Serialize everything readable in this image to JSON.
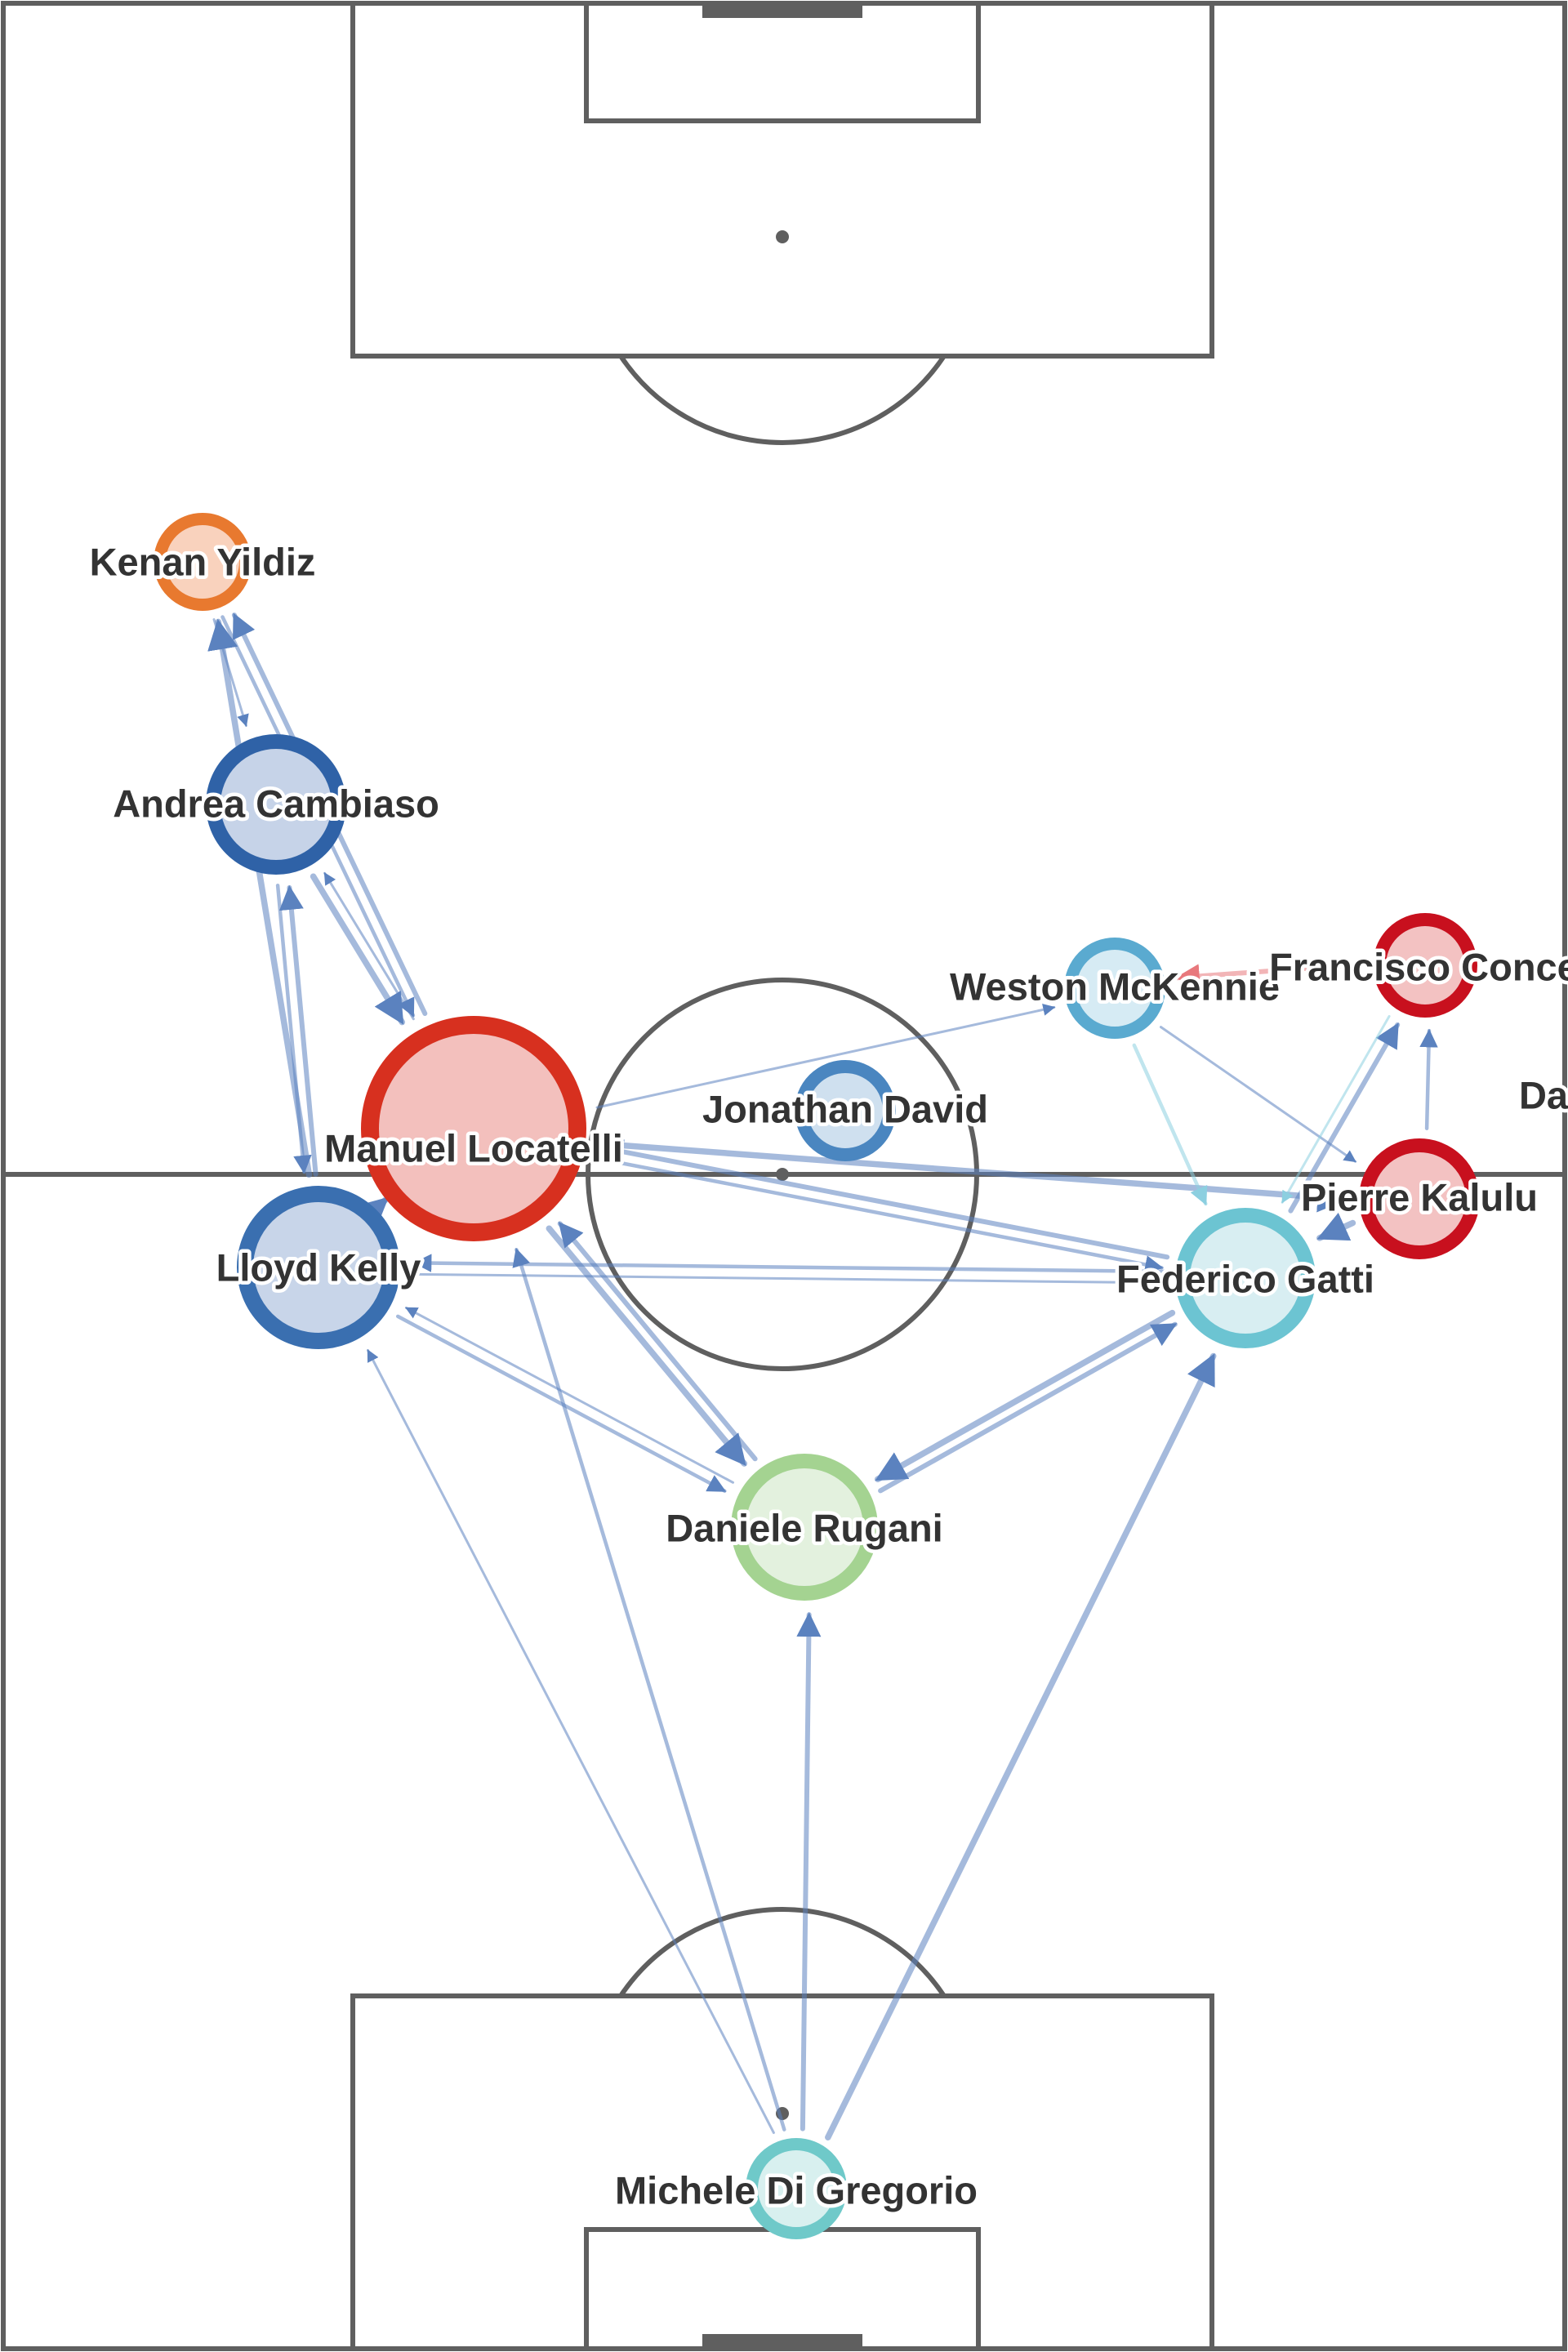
{
  "pitch": {
    "line_color": "#5f5f5f",
    "background": "#ffffff"
  },
  "players": [
    {
      "id": "yildiz",
      "name": "Kenan Yildiz",
      "ring_color": "#e8792f",
      "fill_color": "#f9d2bd"
    },
    {
      "id": "cambiaso",
      "name": "Andrea Cambiaso",
      "ring_color": "#2f62a7",
      "fill_color": "#c6d3e8"
    },
    {
      "id": "locatelli",
      "name": "Manuel Locatelli",
      "ring_color": "#d7301f",
      "fill_color": "#f3c0bd"
    },
    {
      "id": "kelly",
      "name": "Lloyd Kelly",
      "ring_color": "#3a6fb0",
      "fill_color": "#c8d5e9"
    },
    {
      "id": "david",
      "name": "Jonathan David",
      "ring_color": "#4a86c0",
      "fill_color": "#cfe0ef"
    },
    {
      "id": "mckennie",
      "name": "Weston McKennie",
      "ring_color": "#5aaad0",
      "fill_color": "#d6ebf4"
    },
    {
      "id": "conceicao",
      "name": "Francisco Concei",
      "ring_color": "#c8101e",
      "fill_color": "#f3c2c2"
    },
    {
      "id": "kalulu",
      "name": "Pierre Kalulu",
      "ring_color": "#c8101e",
      "fill_color": "#f3c2c2"
    },
    {
      "id": "gatti",
      "name": "Federico Gatti",
      "ring_color": "#6cc4d2",
      "fill_color": "#d8eef2"
    },
    {
      "id": "rugani",
      "name": "Daniele Rugani",
      "ring_color": "#a4d391",
      "fill_color": "#e3f1de"
    },
    {
      "id": "digregorio",
      "name": "Michele Di Gregorio",
      "ring_color": "#6fc9c9",
      "fill_color": "#d8f0ef"
    },
    {
      "id": "da",
      "name": "Da",
      "ring_color": "#ffffff",
      "fill_color": "#ffffff"
    }
  ],
  "passes": [
    {
      "from": "yildiz",
      "to": "cambiaso",
      "color": "#5b82bf"
    },
    {
      "from": "yildiz",
      "to": "locatelli",
      "color": "#5b82bf"
    },
    {
      "from": "locatelli",
      "to": "yildiz",
      "color": "#5b82bf"
    },
    {
      "from": "cambiaso",
      "to": "locatelli",
      "color": "#5b82bf"
    },
    {
      "from": "locatelli",
      "to": "cambiaso",
      "color": "#5b82bf"
    },
    {
      "from": "cambiaso",
      "to": "kelly",
      "color": "#5b82bf"
    },
    {
      "from": "kelly",
      "to": "cambiaso",
      "color": "#5b82bf"
    },
    {
      "from": "kelly",
      "to": "yildiz",
      "color": "#5b82bf"
    },
    {
      "from": "locatelli",
      "to": "mckennie",
      "color": "#5b82bf"
    },
    {
      "from": "locatelli",
      "to": "gatti",
      "color": "#5b82bf"
    },
    {
      "from": "gatti",
      "to": "locatelli",
      "color": "#5b82bf"
    },
    {
      "from": "locatelli",
      "to": "kalulu",
      "color": "#5b82bf"
    },
    {
      "from": "kelly",
      "to": "gatti",
      "color": "#5b82bf"
    },
    {
      "from": "gatti",
      "to": "kelly",
      "color": "#5b82bf"
    },
    {
      "from": "rugani",
      "to": "gatti",
      "color": "#5b82bf"
    },
    {
      "from": "gatti",
      "to": "rugani",
      "color": "#5b82bf"
    },
    {
      "from": "rugani",
      "to": "kelly",
      "color": "#5b82bf"
    },
    {
      "from": "kelly",
      "to": "rugani",
      "color": "#5b82bf"
    },
    {
      "from": "rugani",
      "to": "locatelli",
      "color": "#5b82bf"
    },
    {
      "from": "locatelli",
      "to": "rugani",
      "color": "#5b82bf"
    },
    {
      "from": "digregorio",
      "to": "kelly",
      "color": "#5b82bf"
    },
    {
      "from": "digregorio",
      "to": "locatelli",
      "color": "#5b82bf"
    },
    {
      "from": "digregorio",
      "to": "rugani",
      "color": "#5b82bf"
    },
    {
      "from": "digregorio",
      "to": "gatti",
      "color": "#5b82bf"
    },
    {
      "from": "mckennie",
      "to": "kalulu",
      "color": "#5b82bf"
    },
    {
      "from": "kalulu",
      "to": "conceicao",
      "color": "#5b82bf"
    },
    {
      "from": "gatti",
      "to": "conceicao",
      "color": "#5b82bf"
    },
    {
      "from": "kalulu",
      "to": "gatti",
      "color": "#5b82bf"
    },
    {
      "from": "conceicao",
      "to": "gatti",
      "color": "#8ccfe0"
    },
    {
      "from": "mckennie",
      "to": "gatti",
      "color": "#8ccfe0"
    },
    {
      "from": "conceicao",
      "to": "mckennie",
      "color": "#e8787c"
    },
    {
      "from": "locatelli",
      "to": "kelly",
      "color": "#5b82bf"
    }
  ]
}
